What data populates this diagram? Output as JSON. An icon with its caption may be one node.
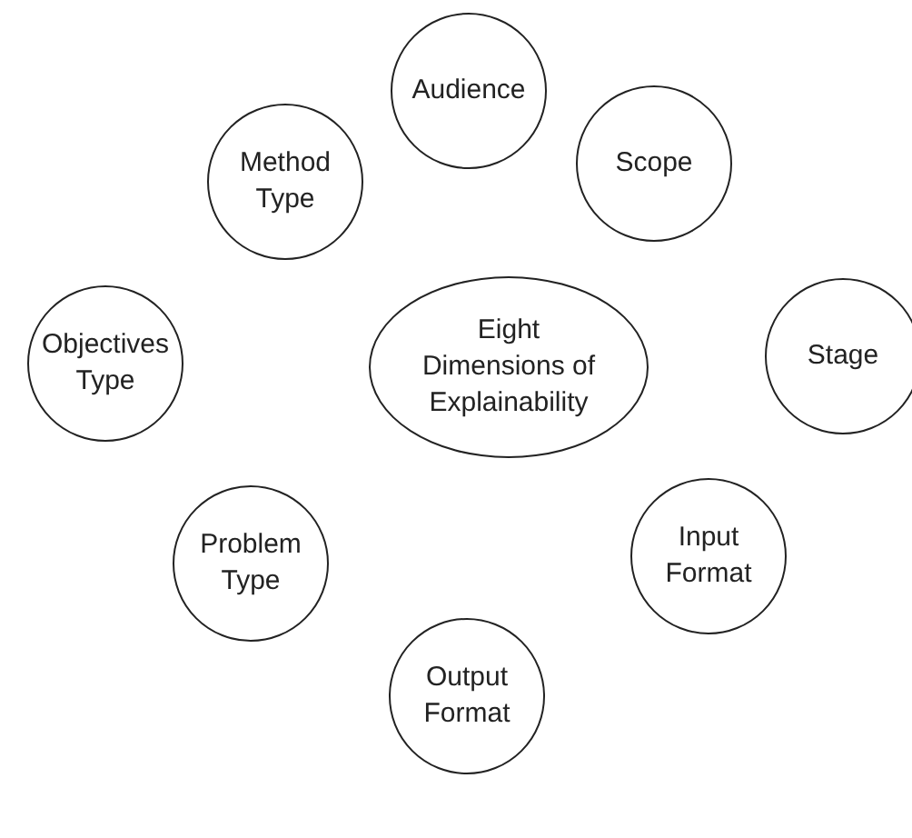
{
  "diagram": {
    "nodes": [
      {
        "text": [
          "Audience"
        ]
      },
      {
        "text": [
          "Method Type"
        ]
      },
      {
        "text": [
          "Scope"
        ]
      },
      {
        "text": [
          "Eight Dimensions of Explainability"
        ]
      },
      {
        "text": [
          "Objectives Type"
        ]
      },
      {
        "text": [
          "Stage"
        ]
      },
      {
        "text": [
          "Problem Type"
        ]
      },
      {
        "text": [
          "Input Format"
        ]
      },
      {
        "text": [
          "Output Format"
        ]
      }
    ]
  }
}
